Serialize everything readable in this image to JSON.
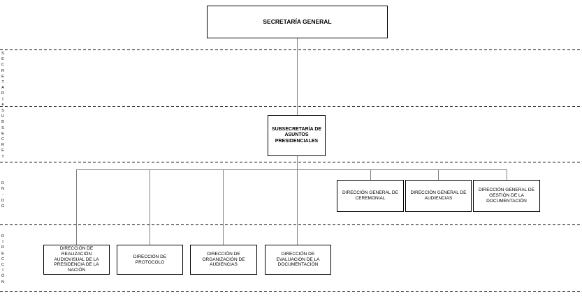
{
  "top": {
    "title": "SECRETARÍA GENERAL"
  },
  "sub": {
    "title": "SUBSECRETARÍA DE ASUNTOS PRESIDENCIALES"
  },
  "dg": [
    "DIRECCIÓN GENERAL DE CEREMONIAL",
    "DIRECCIÓN GENERAL DE AUDIENCIAS",
    "DIRECCIÓN GENERAL DE GESTIÓN DE LA DOCUMENTACIÓN"
  ],
  "dir": [
    "DIRECCIÓN DE REALIZACIÓN AUDIOVISUAL DE LA PRESIDENCIA DE LA NACIÓN",
    "DIRECCIÓN DE PROTOCOLO",
    "DIRECCIÓN DE ORGANIZACIÓN DE AUDIENCIAS",
    "DIRECCIÓN DE EVALUACIÓN DE LA DOCUMENTACIÓN"
  ],
  "levels": {
    "secretaria": "SECRETARÍA/SUBSECRETARÍA",
    "subsecret": "SUBSECRET",
    "dndg": "DN-DG",
    "direccion": "DIRECCIÓN"
  }
}
